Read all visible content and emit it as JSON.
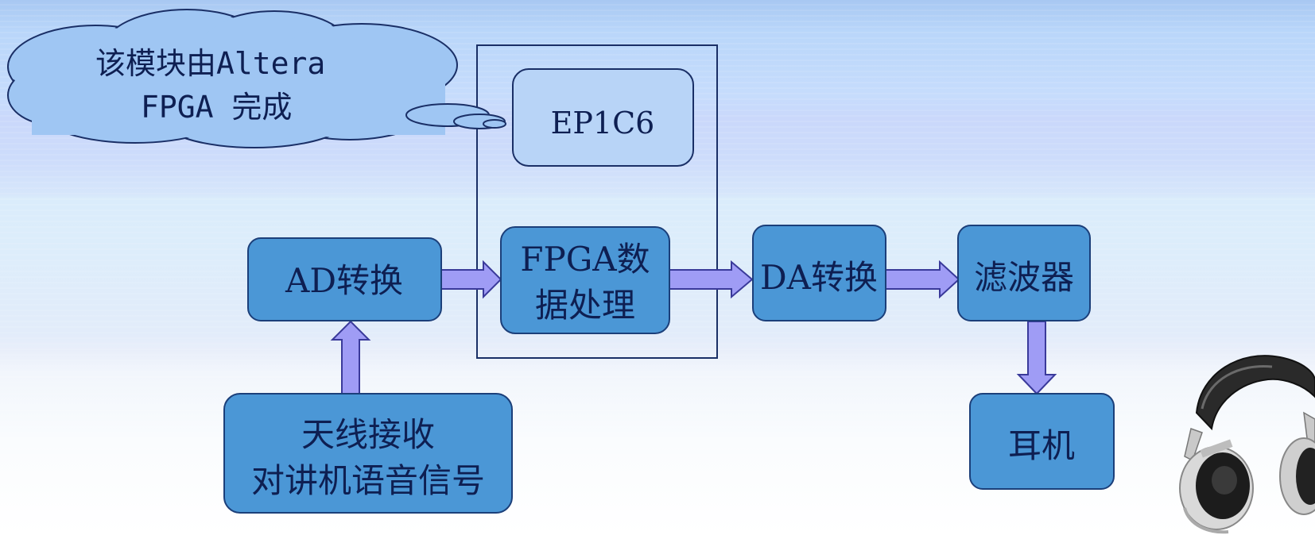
{
  "cloud": {
    "line1": "该模块由Altera",
    "line2": "FPGA 完成"
  },
  "nodes": {
    "ep1c6": "EP1C6",
    "ad": "AD转换",
    "fpga_line1": "FPGA数",
    "fpga_line2": "据处理",
    "da": "DA转换",
    "filter": "滤波器",
    "antenna_line1": "天线接收",
    "antenna_line2": "对讲机语音信号",
    "earphone": "耳机"
  },
  "colors": {
    "box_fill": "#4b97d6",
    "box_stroke": "#1b3f7a",
    "arrow_fill": "#9f9cf5",
    "arrow_stroke": "#3a3a9a",
    "cloud_fill": "#9fc6f3",
    "cloud_stroke": "#1a2f66",
    "ep_fill": "#b8d4f7",
    "frame_stroke": "#1a2f66"
  },
  "icons": {
    "headphones": "headphones-icon"
  }
}
